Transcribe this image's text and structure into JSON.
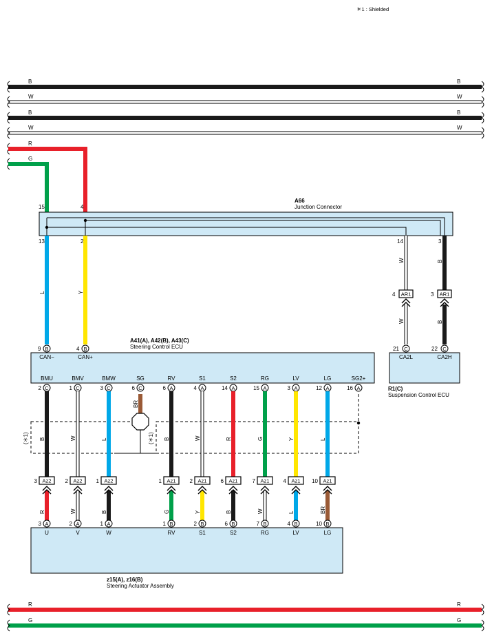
{
  "note": "＊1 : Shielded",
  "bus_wires": {
    "top": [
      "B",
      "W",
      "B",
      "W"
    ],
    "r_wire": "R",
    "g_wire": "G",
    "bottom": [
      "R",
      "G"
    ]
  },
  "junction": {
    "code": "A66",
    "name": "Junction Connector",
    "pins": {
      "top_g": "15",
      "top_r": "4",
      "bot_l": "13",
      "bot_y": "2",
      "w_out": "14",
      "b_out": "3"
    }
  },
  "steering_ecu": {
    "code": "A41(A), A42(B), A43(C)",
    "name": "Steering Control ECU",
    "can_terms": [
      {
        "pin": "9",
        "conn": "B",
        "label": "CAN−"
      },
      {
        "pin": "4",
        "conn": "B",
        "label": "CAN+"
      }
    ],
    "bottom_terms": [
      {
        "pin": "2",
        "conn": "C",
        "label": "BMU"
      },
      {
        "pin": "1",
        "conn": "C",
        "label": "BMV"
      },
      {
        "pin": "3",
        "conn": "C",
        "label": "BMW"
      },
      {
        "pin": "6",
        "conn": "C",
        "label": "SG"
      },
      {
        "pin": "6",
        "conn": "A",
        "label": "RV"
      },
      {
        "pin": "4",
        "conn": "A",
        "label": "S1"
      },
      {
        "pin": "14",
        "conn": "A",
        "label": "S2"
      },
      {
        "pin": "15",
        "conn": "A",
        "label": "RG"
      },
      {
        "pin": "3",
        "conn": "A",
        "label": "LV"
      },
      {
        "pin": "12",
        "conn": "A",
        "label": "LG"
      },
      {
        "pin": "16",
        "conn": "A",
        "label": "SG2+"
      }
    ]
  },
  "suspension_ecu": {
    "code": "R1(C)",
    "name": "Suspension Control ECU",
    "terms": [
      {
        "pin": "21",
        "conn": "C",
        "label": "CA2L"
      },
      {
        "pin": "22",
        "conn": "C",
        "label": "CA2H"
      }
    ]
  },
  "ar1": {
    "left_pin": "4",
    "right_pin": "3",
    "label": "AR1"
  },
  "shield_mark": "(＊1)",
  "wire_colors": {
    "can_low": "L",
    "can_high": "Y",
    "sus_low": "W",
    "sus_high": "B",
    "upper": [
      "B",
      "W",
      "L",
      "BR",
      "B",
      "W",
      "R",
      "G",
      "Y",
      "L"
    ],
    "lower": [
      "R",
      "W",
      "B",
      "G",
      "Y",
      "B",
      "W",
      "L",
      "BR"
    ]
  },
  "inline_connectors": [
    {
      "pin": "3",
      "label": "Az2"
    },
    {
      "pin": "2",
      "label": "Az2"
    },
    {
      "pin": "1",
      "label": "Az2"
    },
    {
      "pin": "1",
      "label": "Az1"
    },
    {
      "pin": "2",
      "label": "Az1"
    },
    {
      "pin": "6",
      "label": "Az1"
    },
    {
      "pin": "7",
      "label": "Az1"
    },
    {
      "pin": "4",
      "label": "Az1"
    },
    {
      "pin": "10",
      "label": "Az1"
    }
  ],
  "actuator": {
    "code": "z15(A), z16(B)",
    "name": "Steering Actuator Assembly",
    "terms": [
      {
        "pin": "3",
        "conn": "A",
        "label": "U"
      },
      {
        "pin": "2",
        "conn": "A",
        "label": "V"
      },
      {
        "pin": "1",
        "conn": "A",
        "label": "W"
      },
      {
        "pin": "1",
        "conn": "B",
        "label": "RV"
      },
      {
        "pin": "2",
        "conn": "B",
        "label": "S1"
      },
      {
        "pin": "6",
        "conn": "B",
        "label": "S2"
      },
      {
        "pin": "7",
        "conn": "B",
        "label": "RG"
      },
      {
        "pin": "4",
        "conn": "B",
        "label": "LV"
      },
      {
        "pin": "10",
        "conn": "B",
        "label": "LG"
      }
    ]
  },
  "colors": {
    "B": "#1a1a1a",
    "W": "#ffffff",
    "R": "#e8202a",
    "G": "#00a04a",
    "L": "#00a8e8",
    "Y": "#ffe600",
    "BR": "#9a5a36",
    "box": "#cfe9f6"
  }
}
